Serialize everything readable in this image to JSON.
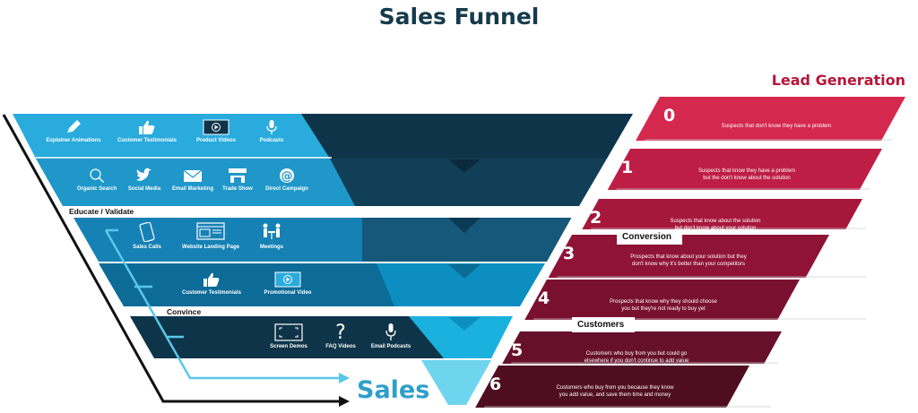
{
  "title": "Sales Funnel",
  "right_heading": "Lead Generation",
  "sales_label": "Sales",
  "bars": {
    "educate": "Educate / Validate",
    "convince": "Convince"
  },
  "tags": {
    "conversion": "Conversion",
    "customers": "Customers"
  },
  "colors": {
    "title": "#163a4c",
    "accent_red": "#b5173a",
    "sales_blue": "#2f9fc9"
  },
  "rows": [
    {
      "channels": [
        {
          "label": "Explainer Animations",
          "icon": "pencil-icon"
        },
        {
          "label": "Customer Testimonials",
          "icon": "thumbs-up-icon"
        },
        {
          "label": "Product Videos",
          "icon": "video-player-icon"
        },
        {
          "label": "Podcasts",
          "icon": "microphone-icon"
        }
      ]
    },
    {
      "channels": [
        {
          "label": "Organic Search",
          "icon": "search-icon"
        },
        {
          "label": "Social Media",
          "icon": "twitter-bird-icon"
        },
        {
          "label": "Email Marketing",
          "icon": "envelope-icon"
        },
        {
          "label": "Trade Show",
          "icon": "booth-icon"
        },
        {
          "label": "Direct Campaign",
          "icon": "at-sign-icon"
        }
      ]
    },
    {
      "channels": [
        {
          "label": "Sales Calls",
          "icon": "phone-icon"
        },
        {
          "label": "Website Landing Page",
          "icon": "web-page-icon"
        },
        {
          "label": "Meetings",
          "icon": "people-meeting-icon"
        }
      ]
    },
    {
      "channels": [
        {
          "label": "Customer Testimonials",
          "icon": "thumbs-up-icon"
        },
        {
          "label": "Promotional Video",
          "icon": "video-player-icon"
        }
      ]
    },
    {
      "channels": [
        {
          "label": "Screen Demos",
          "icon": "screen-frame-icon"
        },
        {
          "label": "FAQ Videos",
          "icon": "question-mark-icon"
        },
        {
          "label": "Email Podcasts",
          "icon": "microphone-icon"
        }
      ]
    }
  ],
  "stages": [
    {
      "num": "0",
      "desc": [
        "Suspects that don't know they have a problem"
      ]
    },
    {
      "num": "1",
      "desc": [
        "Suspects that know they have a problem",
        "but the don't know about the solution"
      ]
    },
    {
      "num": "2",
      "desc": [
        "Suspects that know about the solution",
        "but don't know about your solution"
      ]
    },
    {
      "num": "3",
      "desc": [
        "Prospects that know about your solution but they",
        "don't know why it's better than your competitors"
      ]
    },
    {
      "num": "4",
      "desc": [
        "Prospects that know why they should choose",
        "you but they're not ready to buy yet"
      ]
    },
    {
      "num": "5",
      "desc": [
        "Customers who buy from you but could go",
        "elsewhere if you don't continue to add value"
      ]
    },
    {
      "num": "6",
      "desc": [
        "Customers who buy from you because they know",
        "you add value, and save them time and money"
      ]
    }
  ]
}
